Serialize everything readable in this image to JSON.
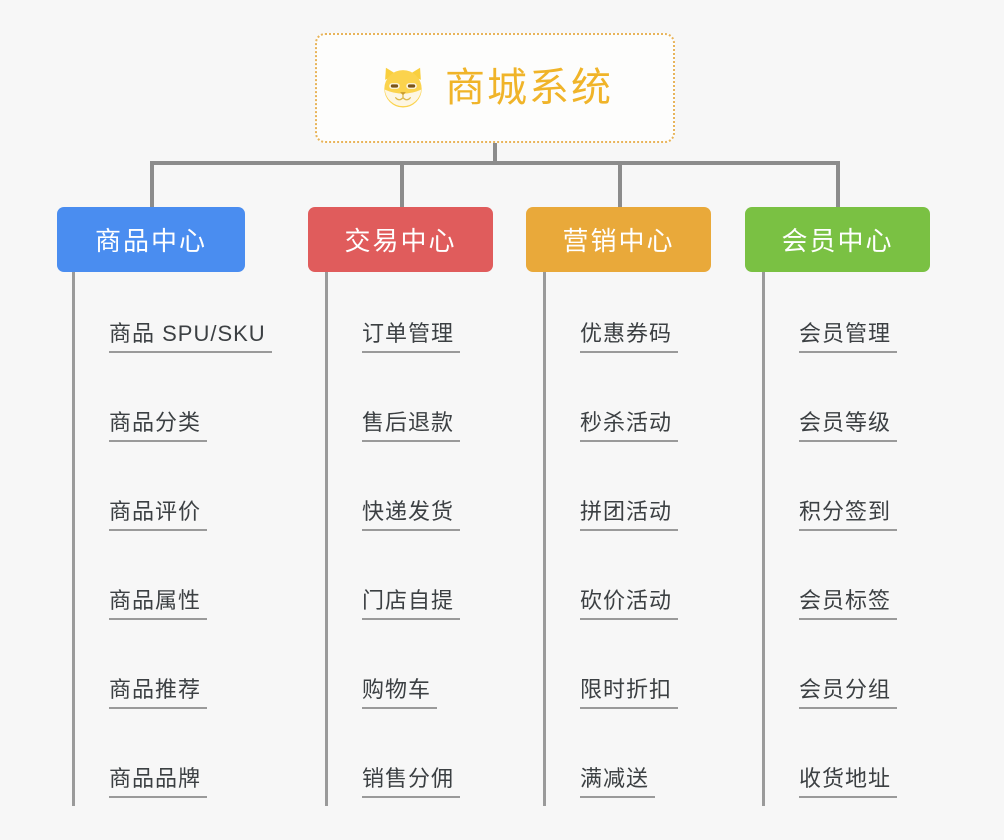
{
  "diagram": {
    "type": "tree-mindmap",
    "background": "#f7f7f7",
    "root": {
      "title": "商城系统",
      "icon": "shiba-dog-icon",
      "text_color": "#f0b429",
      "border_color": "#e8b45a"
    },
    "connector_color": "#8c8c8c",
    "columns": [
      {
        "title": "商品中心",
        "color": "#4a8df0",
        "items": [
          "商品 SPU/SKU",
          "商品分类",
          "商品评价",
          "商品属性",
          "商品推荐",
          "商品品牌"
        ]
      },
      {
        "title": "交易中心",
        "color": "#e05c5c",
        "items": [
          "订单管理",
          "售后退款",
          "快递发货",
          "门店自提",
          "购物车",
          "销售分佣"
        ]
      },
      {
        "title": "营销中心",
        "color": "#e9a93a",
        "items": [
          "优惠券码",
          "秒杀活动",
          "拼团活动",
          "砍价活动",
          "限时折扣",
          "满减送"
        ]
      },
      {
        "title": "会员中心",
        "color": "#7ac143",
        "items": [
          "会员管理",
          "会员等级",
          "积分签到",
          "会员标签",
          "会员分组",
          "收货地址"
        ]
      }
    ]
  }
}
